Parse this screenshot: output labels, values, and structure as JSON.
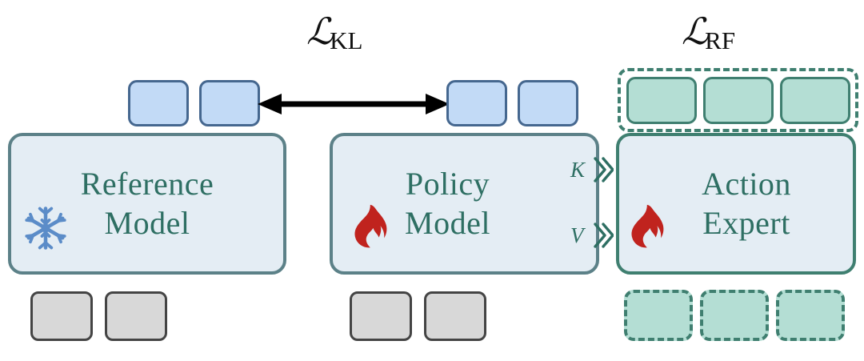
{
  "figure": {
    "title_kl": "KL",
    "title_rf": "RF",
    "script_l": "ℒ"
  },
  "losses": [
    {
      "name": "kl-loss-label",
      "symbol": "ℒ",
      "subscript": "KL"
    },
    {
      "name": "rf-loss-label",
      "symbol": "ℒ",
      "subscript": "RF"
    }
  ],
  "blocks": {
    "reference": {
      "line1": "Reference",
      "line2": "Model",
      "icon": "snowflake-icon",
      "state": "frozen"
    },
    "policy": {
      "line1": "Policy",
      "line2": "Model",
      "icon": "fire-icon",
      "state": "trainable"
    },
    "action_expert": {
      "line1": "Action",
      "line2": "Expert",
      "icon": "fire-icon",
      "state": "trainable"
    }
  },
  "kv_flow": {
    "k_label": "K",
    "v_label": "V",
    "chevron": "»"
  },
  "tokens": {
    "reference_top": [
      "",
      ""
    ],
    "reference_bottom": [
      "",
      ""
    ],
    "policy_top": [
      "",
      ""
    ],
    "policy_bottom": [
      "",
      ""
    ],
    "expert_top": [
      "",
      "",
      ""
    ],
    "expert_bottom": [
      "",
      "",
      ""
    ]
  },
  "colors": {
    "token_blue_fill": "#c2daf6",
    "token_blue_border": "#45678f",
    "token_gray_fill": "#d8d8d8",
    "token_gray_border": "#444444",
    "token_green_fill": "#b4ded4",
    "token_green_border": "#3f7f70",
    "box_fill": "#e4edf4",
    "box_border": "#5c8188",
    "expert_box_border": "#3f7f70",
    "text_teal": "#2e6f63",
    "fire_red": "#c0231e",
    "snow_blue": "#5b8cc8",
    "arrow_black": "#000000",
    "background": "#ffffff"
  }
}
